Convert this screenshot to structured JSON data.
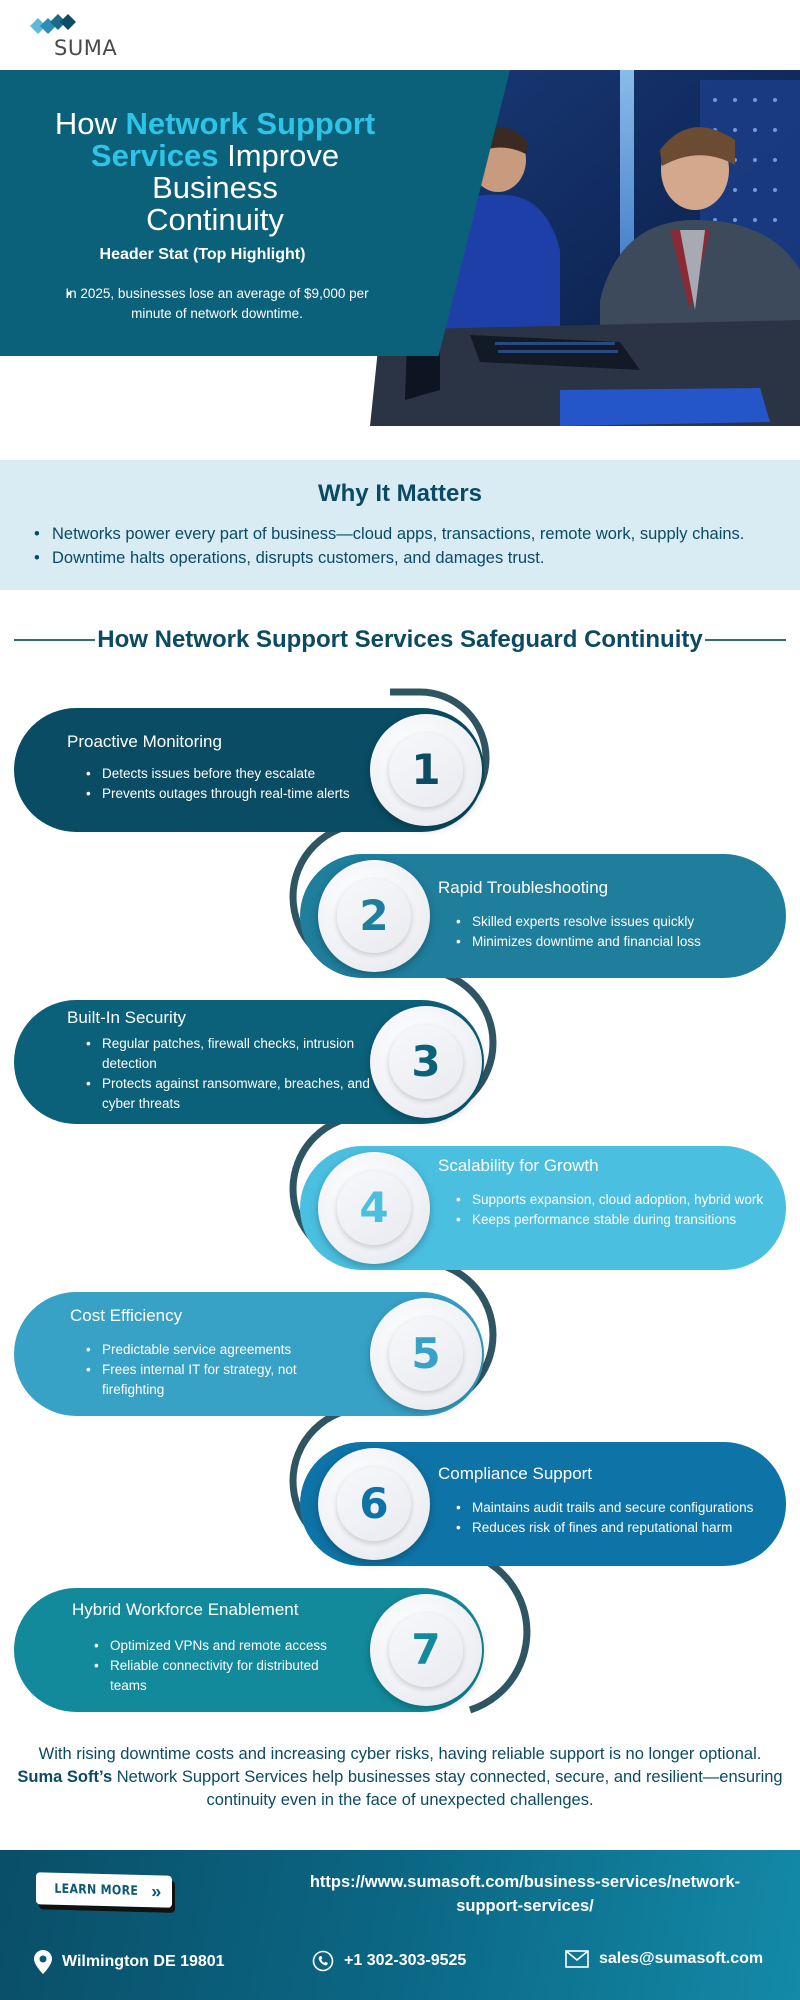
{
  "brand": {
    "logo_text": "SUMA",
    "logo_icon": "suma-diamond-logo"
  },
  "hero": {
    "title_parts": [
      {
        "text": "How ",
        "highlight": false
      },
      {
        "text": "Network Support Services",
        "highlight": true
      },
      {
        "text": " Improve Business Continuity",
        "highlight": false
      }
    ],
    "title_pre": "How ",
    "title_hl1": "Network Support",
    "title_hl2": "Services",
    "title_post": " Improve Business",
    "title_last": "Continuity",
    "stat_title": "Header Stat (Top Highlight)",
    "stat_text": "In 2025, businesses lose an average of $9,000 per minute of network downtime.",
    "photo": "two-it-engineers-at-computers-in-server-room"
  },
  "why": {
    "title": "Why It Matters",
    "items": [
      "Networks power every part of business—cloud apps, transactions, remote work, supply chains.",
      "Downtime halts operations, disrupts customers, and damages trust."
    ]
  },
  "section": {
    "title": "How Network Support Services Safeguard Continuity"
  },
  "steps": [
    {
      "number": "1",
      "title": "Proactive Monitoring",
      "color": "#0a4c63",
      "items": [
        "Detects issues before they escalate",
        "Prevents outages through real-time alerts"
      ]
    },
    {
      "number": "2",
      "title": "Rapid Troubleshooting",
      "color": "#1f7e9c",
      "items": [
        "Skilled experts resolve issues quickly",
        "Minimizes downtime and financial loss"
      ]
    },
    {
      "number": "3",
      "title": "Built-In Security",
      "color": "#0b6179",
      "items": [
        "Regular patches, firewall checks, intrusion detection",
        "Protects against ransomware, breaches, and cyber threats"
      ]
    },
    {
      "number": "4",
      "title": "Scalability for Growth",
      "color": "#4bbfe0",
      "items": [
        "Supports expansion, cloud adoption, hybrid work",
        "Keeps performance stable during transitions"
      ]
    },
    {
      "number": "5",
      "title": "Cost Efficiency",
      "color": "#37a2c6",
      "items": [
        "Predictable service agreements",
        "Frees internal IT for strategy, not firefighting"
      ]
    },
    {
      "number": "6",
      "title": "Compliance Support",
      "color": "#0e73a6",
      "items": [
        "Maintains audit trails and secure configurations",
        "Reduces risk of fines and reputational harm"
      ]
    },
    {
      "number": "7",
      "title": "Hybrid Workforce Enablement",
      "color": "#138a9b",
      "items": [
        "Optimized VPNs and remote access",
        "Reliable connectivity for distributed teams"
      ]
    }
  ],
  "closing": {
    "line1": "With rising downtime costs and increasing cyber risks, having reliable support is no longer optional.",
    "brand_bold": "Suma Soft’s",
    "line2_rest": " Network Support Services help businesses stay connected, secure, and resilient—ensuring continuity even in the face of unexpected challenges."
  },
  "footer": {
    "learn_more_label": "LEARN MORE",
    "url": "https://www.sumasoft.com/business-services/network-support-services/",
    "location": "Wilmington DE 19801",
    "phone": "+1 302-303-9525",
    "email": "sales@sumasoft.com"
  },
  "colors": {
    "dark_teal": "#0b4a63",
    "accent_cyan": "#2ec4e8",
    "snake": "#2f5562",
    "why_bg": "#d9ecf4"
  }
}
